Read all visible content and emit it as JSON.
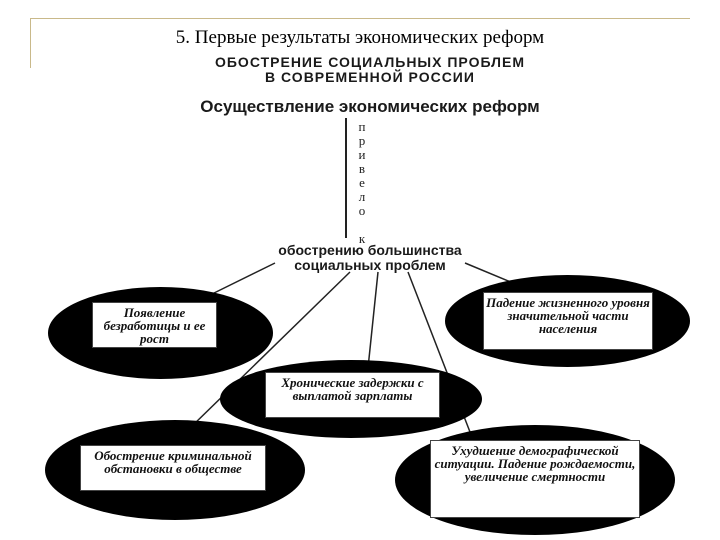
{
  "slide_title": "5. Первые результаты экономических реформ",
  "diagram": {
    "heading_line1": "ОБОСТРЕНИЕ СОЦИАЛЬНЫХ ПРОБЛЕМ",
    "heading_line2": "В СОВРЕМЕННОЙ РОССИИ",
    "root": "Осуществление экономических реформ",
    "connector_letters": [
      "п",
      "р",
      "и",
      "в",
      "е",
      "л",
      "о",
      "",
      "к"
    ],
    "center": "обострению большинства социальных проблем",
    "nodes": {
      "unemployment": "Появление безработицы и ее рост",
      "living_standard": "Падение жизненного уровня значительной части населения",
      "wage_delays": "Хронические задержки с выплатой зарплаты",
      "crime": "Обострение криминальной обстановки в обществе",
      "demography": "Ухудшение демографической ситуации. Падение рождаемости, увеличение смертности"
    }
  },
  "colors": {
    "ellipse": "#000000",
    "frame": "#c9b98a"
  }
}
